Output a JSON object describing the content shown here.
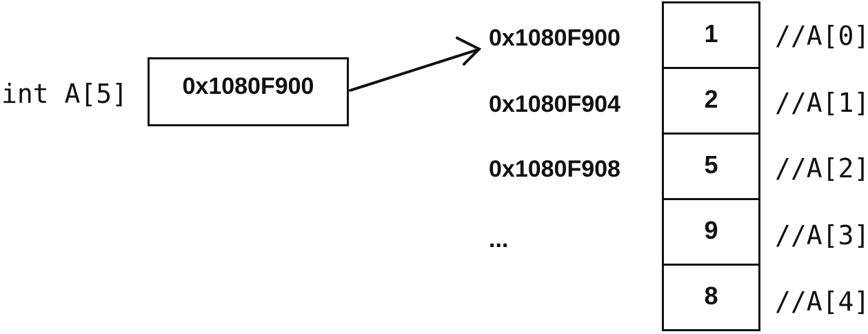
{
  "declaration": "int A[5]",
  "pointer_value": "0x1080F900",
  "addresses": [
    "0x1080F900",
    "0x1080F904",
    "0x1080F908",
    "..."
  ],
  "cells": [
    "1",
    "2",
    "5",
    "9",
    "8"
  ],
  "comments": [
    "//A[0]",
    "//A[1]",
    "//A[2]",
    "//A[3]",
    "//A[4]"
  ]
}
